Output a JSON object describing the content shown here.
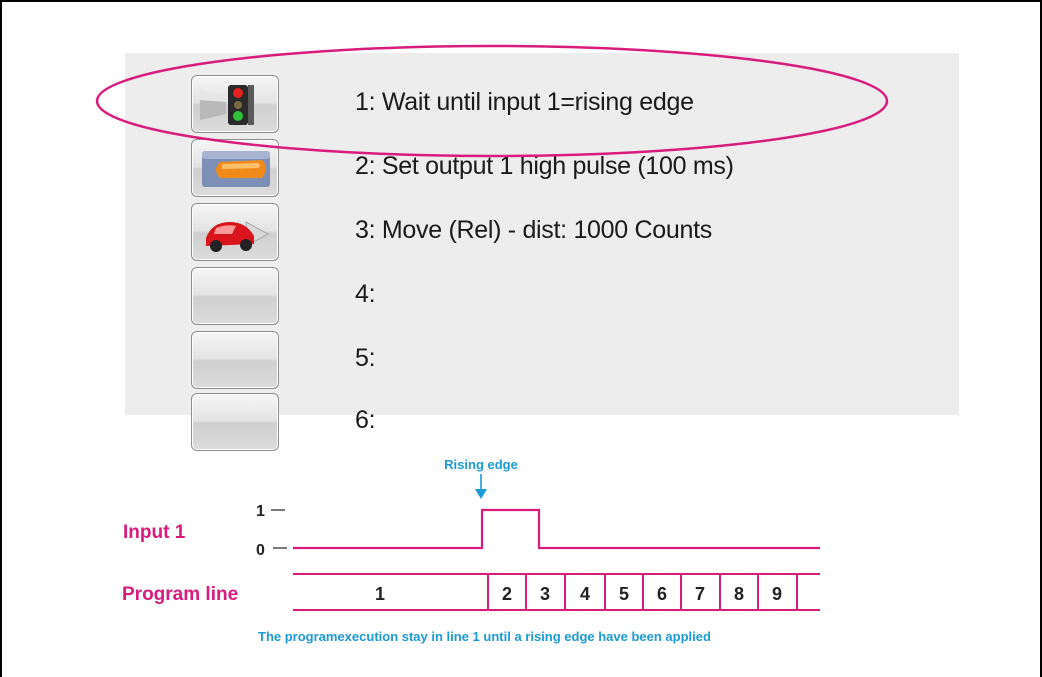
{
  "program_list": {
    "items": [
      {
        "label": "1: Wait until input 1=rising edge",
        "icon": "traffic-light-icon"
      },
      {
        "label": "2: Set output 1 high pulse (100 ms)",
        "icon": "output-pulse-icon"
      },
      {
        "label": "3: Move (Rel) - dist: 1000 Counts",
        "icon": "car-move-icon"
      },
      {
        "label": "4:",
        "icon": ""
      },
      {
        "label": "5:",
        "icon": ""
      },
      {
        "label": "6:",
        "icon": ""
      }
    ]
  },
  "timing": {
    "input_label": "Input 1",
    "level_high": "1",
    "level_low": "0",
    "rising_edge_label": "Rising edge",
    "program_line_label": "Program line",
    "cells": [
      "1",
      "2",
      "3",
      "4",
      "5",
      "6",
      "7",
      "8",
      "9"
    ],
    "caption": "The programexecution stay in line 1 until a rising edge have been applied"
  },
  "colors": {
    "highlight": "#d81b7d",
    "annotation": "#1b9ad6",
    "panel_background": "#ededed"
  }
}
